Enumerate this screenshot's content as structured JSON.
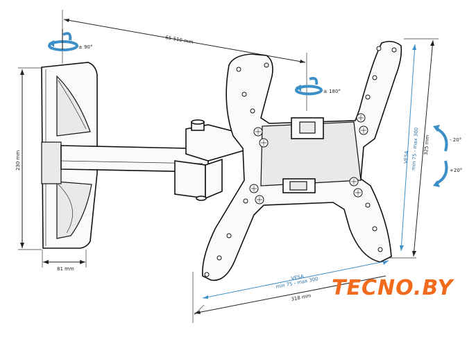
{
  "dimensions": {
    "reach": "65-510 mm",
    "wall_height": "230 mm",
    "wall_width": "81 mm",
    "plate_height": "325 mm",
    "plate_width": "318 mm"
  },
  "rotations": {
    "swivel_arm": "± 90°",
    "swivel_plate": "± 180°",
    "tilt_up": "- 20°",
    "tilt_down": "+20°"
  },
  "vesa": {
    "vertical_title": "VESA",
    "vertical_range": "min 75 - max 300",
    "horizontal_title": "VESA",
    "horizontal_range": "min 75 - max 300"
  },
  "logo": {
    "text": "TECNO.BY",
    "color": "#f26a1b"
  },
  "colors": {
    "accent_blue": "#3d8fc7",
    "line": "#111111"
  }
}
